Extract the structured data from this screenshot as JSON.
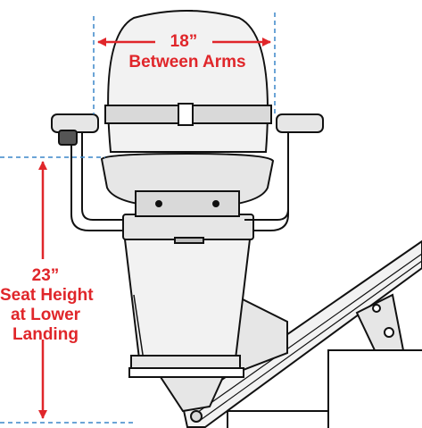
{
  "colors": {
    "accent_red": "#e0262a",
    "guide_blue": "#3a86c8",
    "outline": "#111111",
    "fill_light": "#f2f2f2",
    "fill_mid": "#d9d9d9"
  },
  "dimensions": {
    "arm_width": {
      "value": "18”",
      "label": "Between Arms"
    },
    "seat_height": {
      "value": "23”",
      "line1": "Seat Height",
      "line2": "at Lower",
      "line3": "Landing"
    }
  }
}
